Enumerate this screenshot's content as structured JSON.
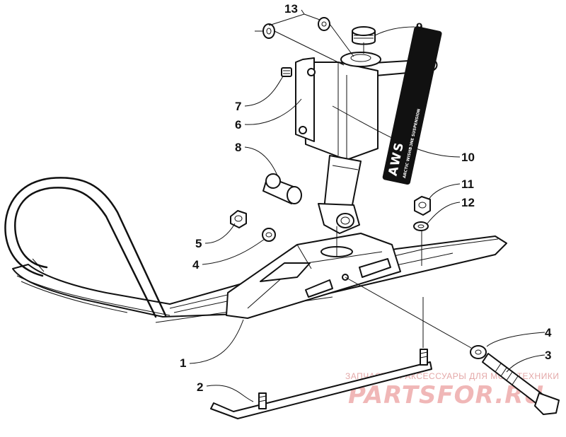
{
  "callouts": {
    "c1": "1",
    "c2": "2",
    "c3": "3",
    "c4a": "4",
    "c4b": "4",
    "c5": "5",
    "c6": "6",
    "c7": "7",
    "c8": "8",
    "c9": "9",
    "c10": "10",
    "c11": "11",
    "c12": "12",
    "c13": "13"
  },
  "decal": {
    "brand": "AWS",
    "caption": "ARCTIC WISHBONE SUSPENSION"
  },
  "watermark": {
    "top_line": "ЗАПЧАСТИ И АКСЕССУАРЫ ДЛЯ МОТОТЕХНИКИ",
    "brand": "PARTSFOR.RU"
  }
}
